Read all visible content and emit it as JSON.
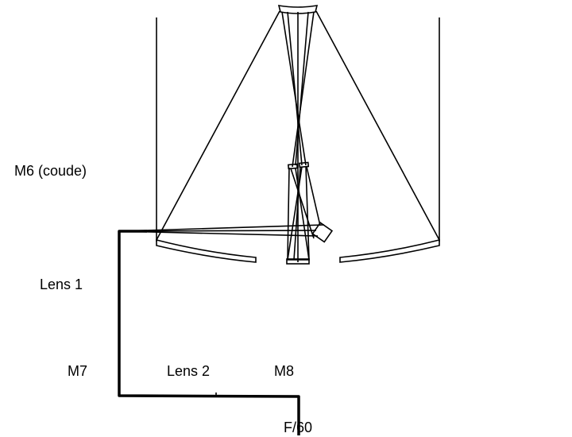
{
  "labels": {
    "m6": "M6 (coude)",
    "lens1": "Lens 1",
    "m7": "M7",
    "lens2": "Lens 2",
    "m8": "M8",
    "focus": "F/60"
  },
  "colors": {
    "line": "#000000",
    "background": "#ffffff"
  }
}
